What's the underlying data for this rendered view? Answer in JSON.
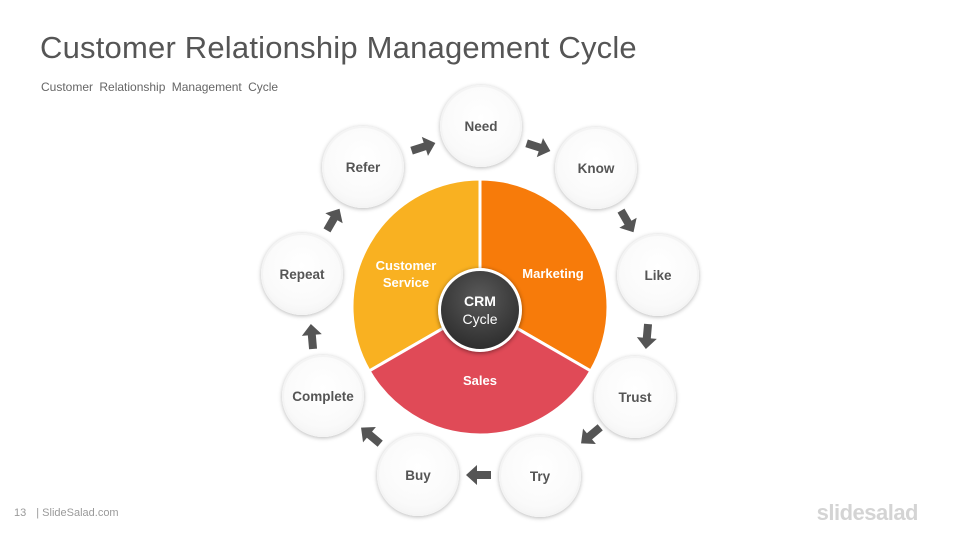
{
  "slide": {
    "title": "Customer Relationship Management Cycle",
    "subtitle": "Customer Relationship Management Cycle",
    "page_number": "13",
    "footer_text": "| SlideSalad.com",
    "brand": "slidesalad"
  },
  "hub": {
    "line1": "CRM",
    "line2": "Cycle"
  },
  "segments": [
    {
      "label_line1": "Customer",
      "label_line2": "Service",
      "color": "#f9b121"
    },
    {
      "label_line1": "Marketing",
      "label_line2": "",
      "color": "#f77b0a"
    },
    {
      "label_line1": "Sales",
      "label_line2": "",
      "color": "#e04a57"
    }
  ],
  "steps": [
    "Need",
    "Know",
    "Like",
    "Trust",
    "Try",
    "Buy",
    "Complete",
    "Repeat",
    "Refer"
  ],
  "arrow_color": "#555555"
}
